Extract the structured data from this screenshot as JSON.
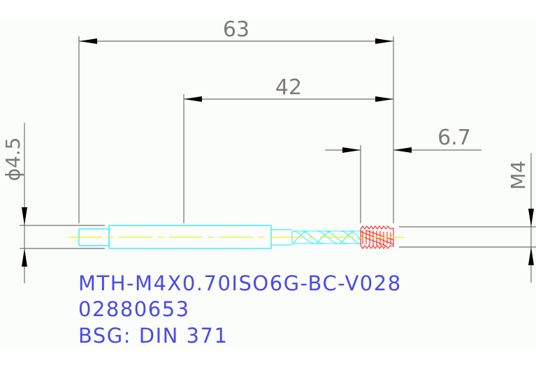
{
  "drawing": {
    "title": "Machine tap drawing",
    "colors": {
      "background": "#fbfdfb",
      "dimension": "#707070",
      "arrow": "#000000",
      "tool_outline": "#3ff0f0",
      "center_line": "#f0f040",
      "thread": "#ff2020",
      "label": "#4a4ae8"
    },
    "dimensions": {
      "overall_length": "63",
      "shank_length": "42",
      "thread_length": "6.7",
      "shank_diameter": "ϕ4.5",
      "thread_size": "M4"
    },
    "labels": {
      "designation": "MTH-M4X0.70ISO6G-BC-V028",
      "article_number": "02880653",
      "standard": "BSG: DIN 371"
    }
  }
}
